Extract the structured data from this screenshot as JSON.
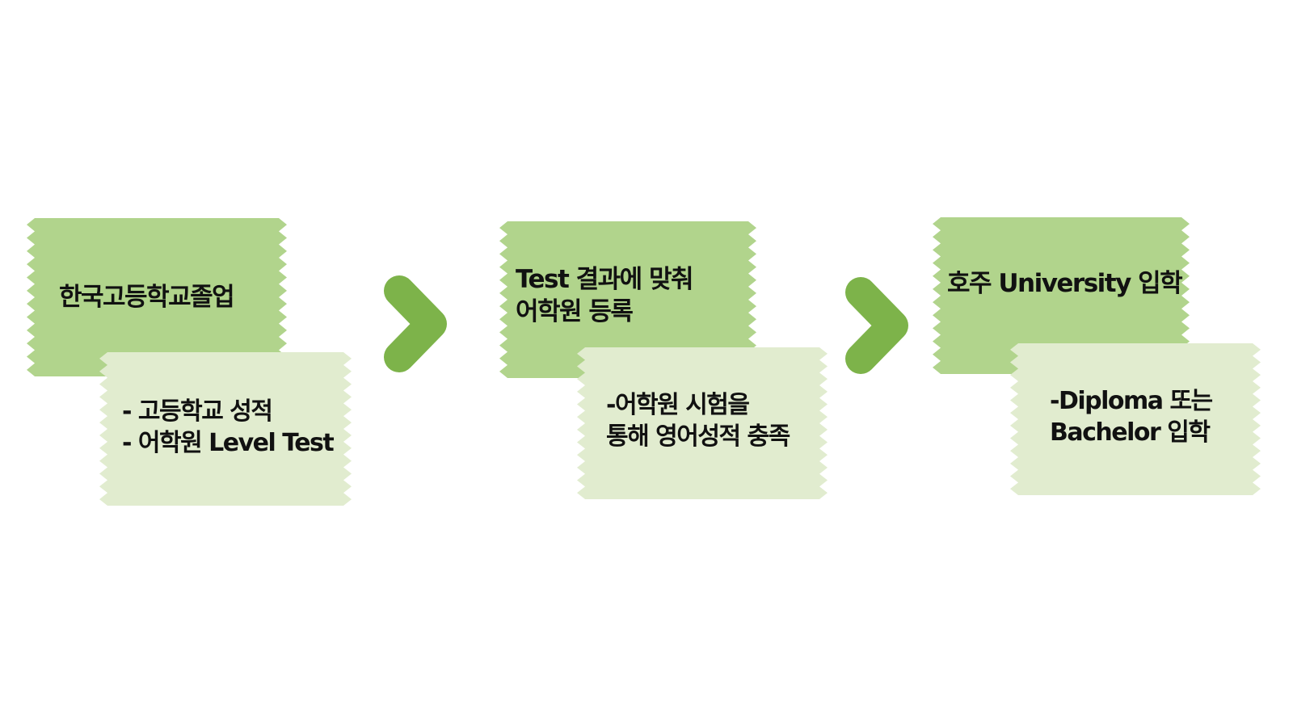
{
  "colors": {
    "dark_green": "#b1d48c",
    "light_green": "#e1eccf",
    "arrow_green": "#7db34a",
    "text": "#111111"
  },
  "steps": [
    {
      "title_lines": [
        "한국고등학교졸업"
      ],
      "detail_lines": [
        "- 고등학교 성적",
        "- 어학원 Level Test"
      ]
    },
    {
      "title_lines": [
        "Test 결과에 맞춰",
        "어학원 등록"
      ],
      "detail_lines": [
        "-어학원 시험을",
        "통해 영어성적 충족"
      ]
    },
    {
      "title_lines": [
        "호주 University 입학"
      ],
      "detail_lines": [
        "-Diploma 또는",
        "Bachelor 입학"
      ]
    }
  ],
  "connectors": [
    {
      "icon": "chevron-right-icon"
    },
    {
      "icon": "chevron-right-icon"
    }
  ]
}
